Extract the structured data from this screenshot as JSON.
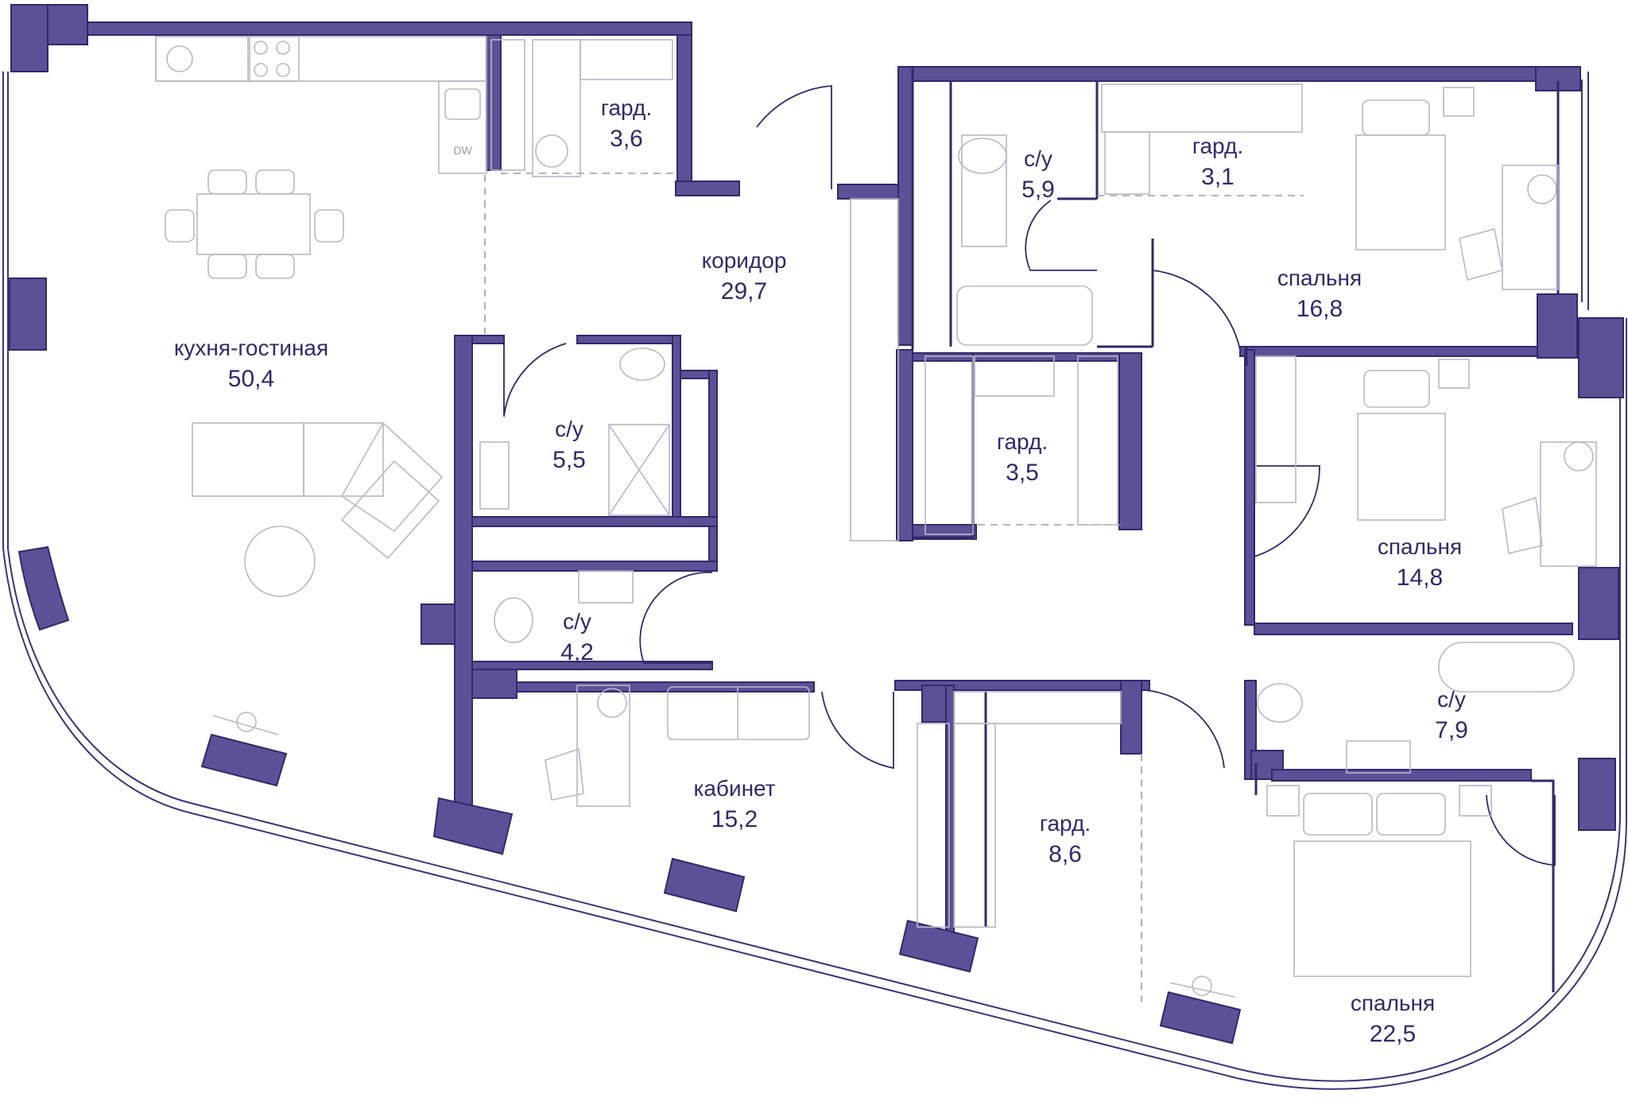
{
  "rooms": [
    {
      "name": "кухня-гостиная",
      "area": "50,4"
    },
    {
      "name": "гард.",
      "area": "3,6"
    },
    {
      "name": "коридор",
      "area": "29,7"
    },
    {
      "name": "с/у",
      "area": "5,9"
    },
    {
      "name": "гард.",
      "area": "3,1"
    },
    {
      "name": "спальня",
      "area": "16,8"
    },
    {
      "name": "с/у",
      "area": "5,5"
    },
    {
      "name": "гард.",
      "area": "3,5"
    },
    {
      "name": "спальня",
      "area": "14,8"
    },
    {
      "name": "с/у",
      "area": "4,2"
    },
    {
      "name": "кабинет",
      "area": "15,2"
    },
    {
      "name": "гард.",
      "area": "8,6"
    },
    {
      "name": "с/у",
      "area": "7,9"
    },
    {
      "name": "спальня",
      "area": "22,5"
    }
  ],
  "fixtures": {
    "dishwasher_label": "DW"
  },
  "colors": {
    "wall": "#5b5197",
    "outline": "#2f2a6a",
    "furniture": "#b8b8c4"
  }
}
